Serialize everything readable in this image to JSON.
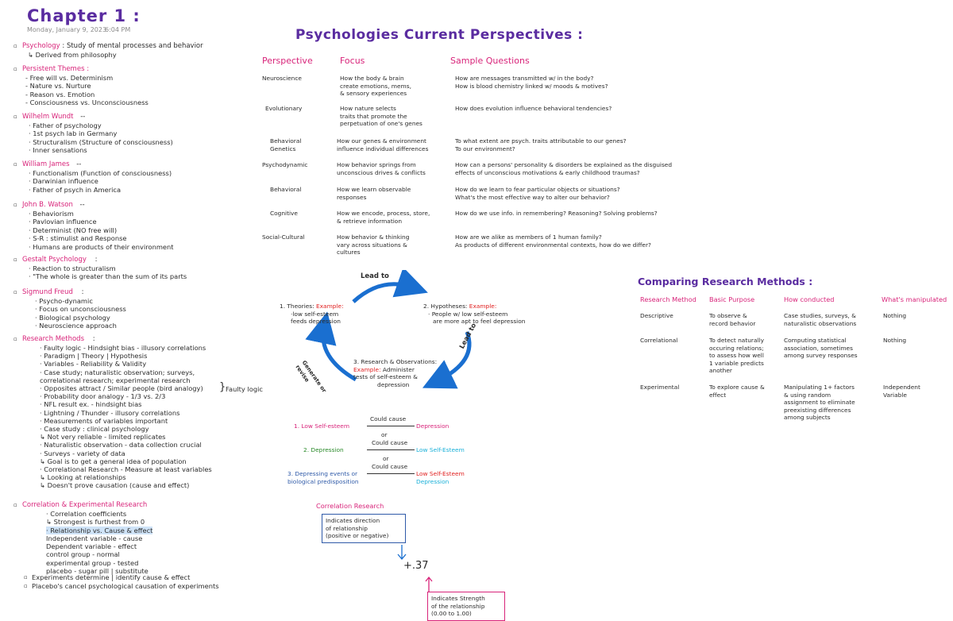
{
  "colors": {
    "purple": "#5a2ca0",
    "pink": "#d8247a",
    "blue": "#1a6fd0",
    "green": "#2a8a2a",
    "cyan": "#1ab0d8",
    "red": "#e02020",
    "teal": "#1ba0d6",
    "dark_blue": "#2f5aa8",
    "ink": "#2b2b2b",
    "highlight": "#cfe3f7"
  },
  "header": {
    "title": "Chapter 1 :",
    "date": "Monday, January 9, 2023",
    "time": "6:04 PM"
  },
  "left": {
    "psychology": {
      "head": "Psychology",
      "text": ": Study of mental processes and behavior",
      "sub": "↳ Derived from philosophy"
    },
    "themes": {
      "head": "Persistent Themes :",
      "items": [
        "- Free will vs. Determinism",
        "- Nature vs. Nurture",
        "- Reason vs. Emotion",
        "- Consciousness vs. Unconsciousness"
      ]
    },
    "wundt": {
      "head": "Wilhelm Wundt",
      "dash": "--",
      "items": [
        "· Father of psychology",
        "· 1st psych lab in Germany",
        "· Structuralism (Structure of consciousness)",
        "· Inner sensations"
      ]
    },
    "james": {
      "head": "William James",
      "dash": "--",
      "items": [
        "· Functionalism (Function of consciousness)",
        "· Darwinian influence",
        "· Father of psych in America"
      ]
    },
    "watson": {
      "head": "John B. Watson",
      "dash": "--",
      "items": [
        "· Behaviorism",
        "· Pavlovian influence",
        "· Determinist (NO free will)",
        "· S-R : stimulist and Response",
        "· Humans are products of their environment"
      ]
    },
    "gestalt": {
      "head": "Gestalt Psychology",
      "colon": ":",
      "items": [
        "· Reaction to structuralism",
        "· \"The whole is greater than the sum of its parts"
      ]
    },
    "freud": {
      "head": "Sigmund Freud",
      "colon": ":",
      "items": [
        "· Psycho-dynamic",
        "· Focus on unconsciousness",
        "· Biological psychology",
        "· Neuroscience approach"
      ]
    },
    "research": {
      "head": "Research Methods",
      "colon": ":",
      "items": [
        "· Faulty logic - Hindsight bias - illusory correlations",
        "· Paradigm | Theory | Hypothesis",
        "· Variables - Reliability & Validity",
        "· Case study; naturalistic observation; surveys,",
        "  correlational research; experimental research",
        "· Opposites attract / Similar people (bird analogy)",
        "· Probability door analogy - 1/3 vs. 2/3",
        "· NFL result ex. - hindsight bias",
        "· Lightning / Thunder - illusory correlations",
        "· Measurements of variables important",
        "· Case study : clinical psychology",
        "    ↳ Not very reliable - limited replicates",
        "· Naturalistic observation - data collection crucial",
        "· Surveys - variety of data",
        "    ↳ Goal is to get a general idea of population",
        "· Correlational Research - Measure at least variables",
        "    ↳ Looking at relationships",
        "    ↳ Doesn't prove causation (cause and effect)"
      ],
      "faulty_logic": "Faulty logic"
    },
    "corr_exp": {
      "head": "Correlation & Experimental Research",
      "items": [
        "· Correlation coefficients",
        "   ↳ Strongest is furthest from 0",
        "· Relationship vs. Cause & effect",
        "  Independent variable - cause",
        "  Dependent variable - effect",
        "  control group - normal",
        "  experimental group - tested",
        "  placebo - sugar pill | substitute"
      ],
      "bullets": [
        "Experiments determine | identify cause & effect",
        "Placebo's cancel psychological causation of experiments"
      ]
    }
  },
  "perspectives": {
    "title": "Psychologies Current Perspectives :",
    "headers": [
      "Perspective",
      "Focus",
      "Sample Questions"
    ],
    "rows": [
      {
        "p": [
          "Neuroscience"
        ],
        "f": [
          "How the body & brain",
          "create emotions, mems,",
          "& sensory experiences"
        ],
        "q": [
          "How are messages transmitted w/ in the body?",
          "How is blood chemistry linked w/ moods & motives?"
        ]
      },
      {
        "p": [
          "Evolutionary"
        ],
        "f": [
          "How nature selects",
          "traits that promote the",
          "perpetuation of one's genes"
        ],
        "q": [
          "How does evolution influence behavioral tendencies?"
        ]
      },
      {
        "p": [
          "Behavioral",
          "Genetics"
        ],
        "f": [
          "How our genes & environment",
          "influence individual differences"
        ],
        "q": [
          "To what extent are psych. traits attributable to our genes?",
          "  To our environment?"
        ]
      },
      {
        "p": [
          "Psychodynamic"
        ],
        "f": [
          "How behavior springs from",
          "unconscious drives & conflicts"
        ],
        "q": [
          "How can a persons' personality & disorders be explained as the disguised",
          "effects of unconscious motivations & early childhood traumas?"
        ]
      },
      {
        "p": [
          "Behavioral"
        ],
        "f": [
          "How we learn observable",
          "responses"
        ],
        "q": [
          "How do we learn to fear particular objects or situations?",
          "What's the most effective way to alter our behavior?"
        ]
      },
      {
        "p": [
          "Cognitive"
        ],
        "f": [
          "How we encode, process, store,",
          "& retrieve information"
        ],
        "q": [
          "How do we use info. in remembering? Reasoning? Solving problems?"
        ]
      },
      {
        "p": [
          "Social-Cultural"
        ],
        "f": [
          "How behavior & thinking",
          "vary across situations &",
          "cultures"
        ],
        "q": [
          "How are we alike as members of 1 human family?",
          "As products of different environmental contexts, how do we differ?"
        ]
      }
    ]
  },
  "cycle": {
    "lead_top": "Lead to",
    "lead_right": "Lead to",
    "generate": "Generate or revise",
    "theories_num": "1. Theories:",
    "theories_example": "Example:",
    "theories_text": [
      "·low self-esteem",
      "feeds depression"
    ],
    "hyp_num": "2. Hypotheses:",
    "hyp_example": "Example:",
    "hyp_text": [
      "· People w/ low self-esteem",
      "are more apt to feel depression"
    ],
    "research_num": "3. Research & Observations:",
    "research_example": "Example:",
    "research_text": [
      " Administer",
      "tests of self-esteem &",
      "depression"
    ]
  },
  "causes": {
    "could_cause_1": "Could cause",
    "could_cause_2": "Could cause",
    "could_cause_3": "Could cause",
    "or_1": "or",
    "or_2": "or",
    "l1": "1. Low Self-esteem",
    "r1": "Depression",
    "l2": "2. Depression",
    "r2": "Low Self-Esteem",
    "l3a": "3. Depressing events or",
    "l3b": "biological predisposition",
    "r3a": "Low Self-Esteem",
    "r3b": "Depression"
  },
  "correlation": {
    "title": "Correlation Research",
    "box1": [
      "Indicates direction",
      "of relationship",
      "(positive or negative)"
    ],
    "value": "+.37",
    "box2": [
      "Indicates Strength",
      "of the relationship",
      "(0.00 to 1.00)"
    ]
  },
  "comparing": {
    "title": "Comparing Research Methods :",
    "headers": [
      "Research Method",
      "Basic Purpose",
      "How conducted",
      "What's manipulated"
    ],
    "rows": [
      {
        "m": [
          "Descriptive"
        ],
        "p": [
          "To observe &",
          "record behavior"
        ],
        "c": [
          "Case studies, surveys, &",
          "naturalistic observations"
        ],
        "w": [
          "Nothing"
        ]
      },
      {
        "m": [
          "Correlational"
        ],
        "p": [
          "To detect naturally",
          "occuring relations;",
          "to assess how well",
          "1 variable predicts",
          "another"
        ],
        "c": [
          "Computing statistical",
          "association, sometimes",
          "among survey responses"
        ],
        "w": [
          "Nothing"
        ]
      },
      {
        "m": [
          "Experimental"
        ],
        "p": [
          "To explore cause &",
          "effect"
        ],
        "c": [
          "Manipulating 1+ factors",
          "& using random",
          "assignment to eliminate",
          "preexisting differences",
          "among subjects"
        ],
        "w": [
          "Independent",
          "Variable"
        ]
      }
    ]
  }
}
